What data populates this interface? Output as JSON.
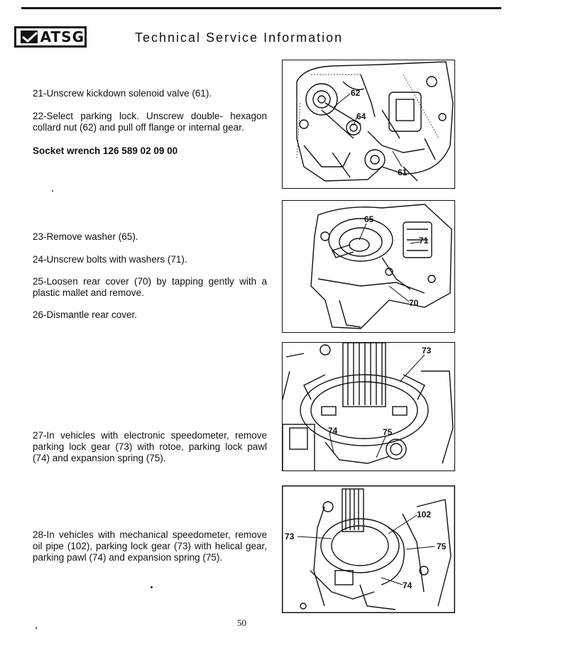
{
  "header": {
    "logo_text": "ATSG",
    "title": "Technical Service Information"
  },
  "steps": {
    "s21": "21-Unscrew kickdown solenoid valve (61).",
    "s22": "22-Select parking lock. Unscrew double- hexagon collard nut (62) and pull off flange or internal gear.",
    "tool": "Socket wrench 126 589 02 09 00",
    "s23": "23-Remove washer (65).",
    "s24": "24-Unscrew bolts with washers (71).",
    "s25": "25-Loosen rear cover (70) by tapping gently with a plastic mallet and remove.",
    "s26": "26-Dismantle rear cover.",
    "s27": "27-In vehicles with electronic speedometer, remove parking lock gear (73) with rotoe, parking lock pawl (74) and expansion spring (75).",
    "s28": "28-In vehicles with mechanical speedometer, remove oil pipe (102), parking lock gear (73) with helical gear, parking  pawl (74) and expansion spring (75)."
  },
  "figures": {
    "fig1": {
      "c62": "62",
      "c64": "64",
      "c61": "61"
    },
    "fig2": {
      "c65": "65",
      "c71": "71",
      "c70": "70"
    },
    "fig3": {
      "c73": "73",
      "c74": "74",
      "c75": "75"
    },
    "fig4": {
      "c73": "73",
      "c102": "102",
      "c75": "75",
      "c74": "74"
    }
  },
  "footer": {
    "page_number": "50"
  }
}
